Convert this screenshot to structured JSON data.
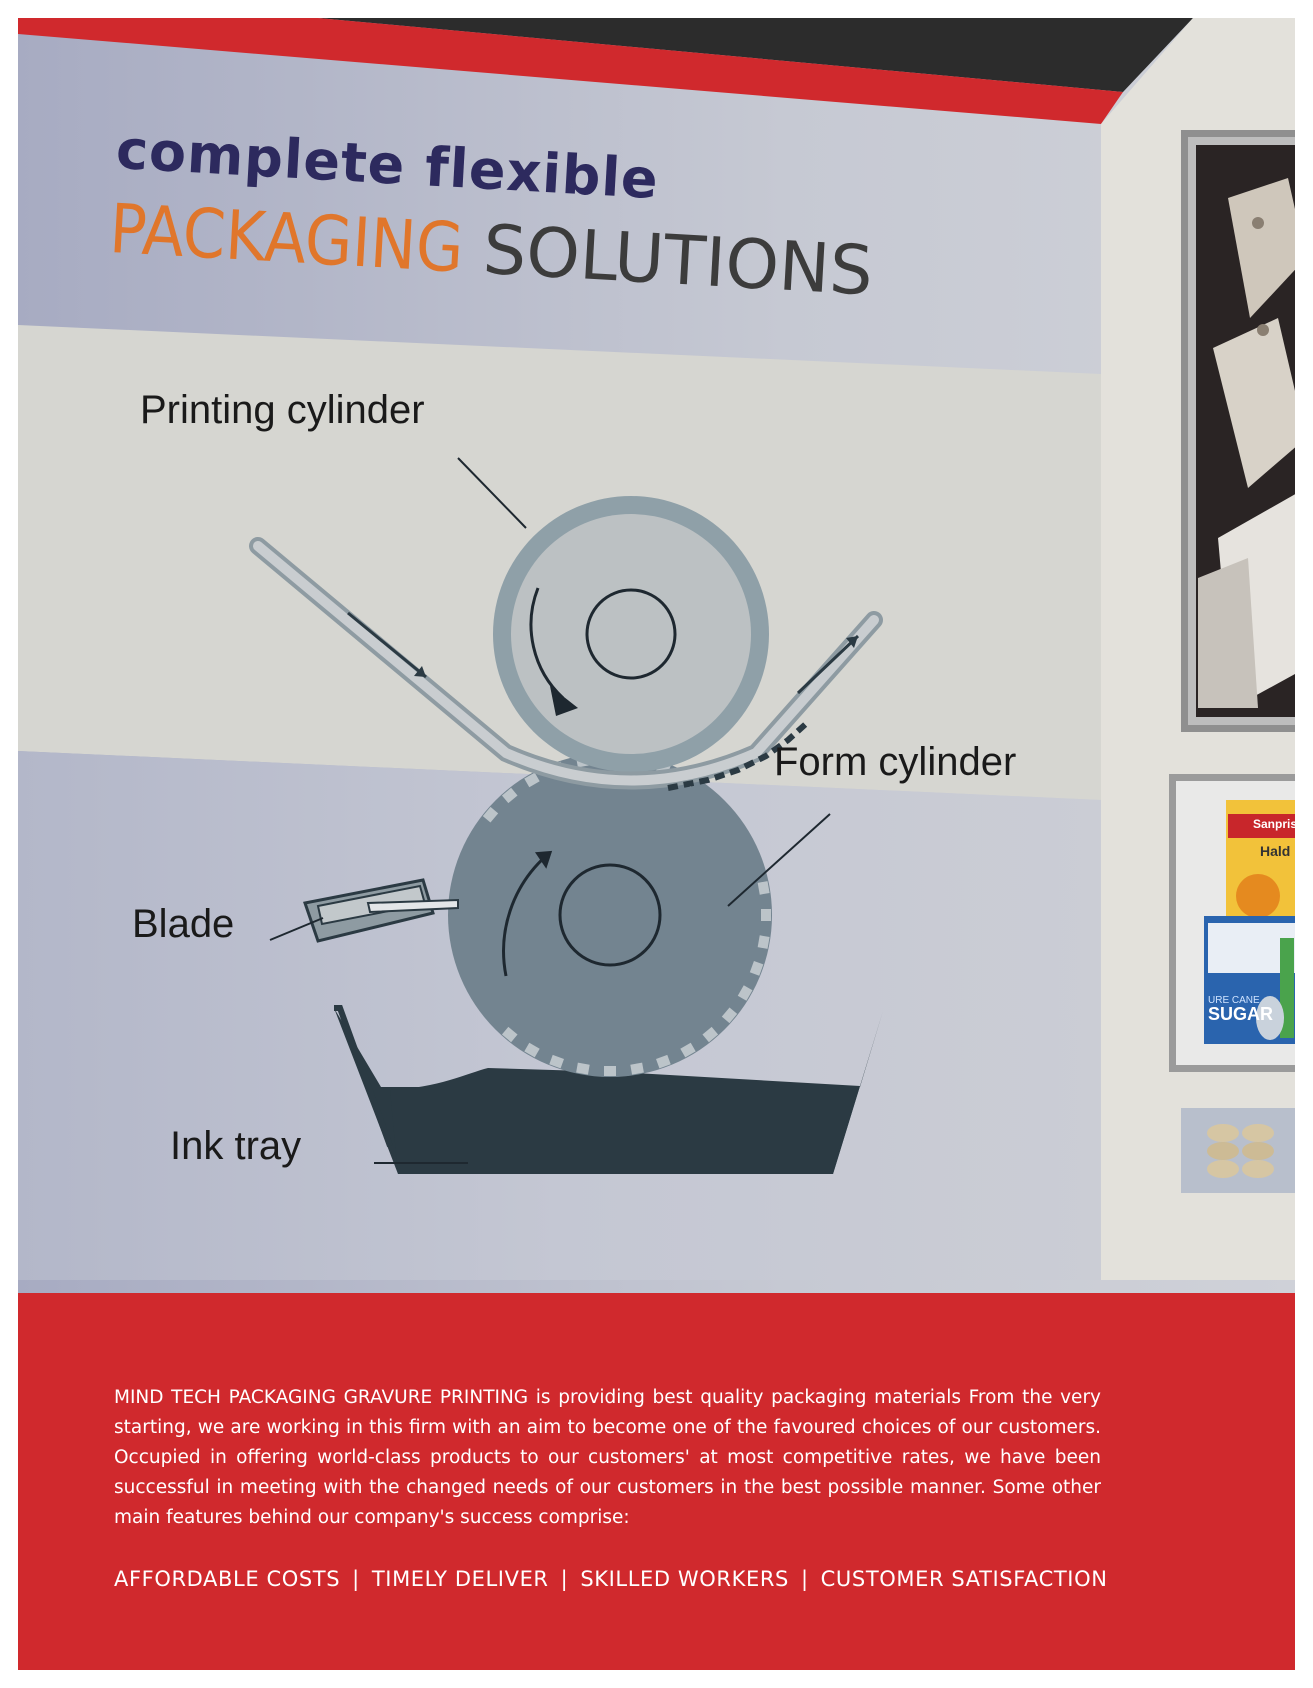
{
  "header": {
    "tagline_line1": "complete flexible",
    "tagline_word_orange": "PACKAGING",
    "tagline_word_dark": "SOLUTIONS"
  },
  "diagram": {
    "label_printing_cylinder": "Printing cylinder",
    "label_form_cylinder": "Form cylinder",
    "label_blade": "Blade",
    "label_ink_tray": "Ink tray"
  },
  "product_photos": {
    "pouch1_brand": "Sanpris",
    "pouch1_text": "Hald",
    "pouch2_text": "SUGAR",
    "pouch2_subtext": "URE CANE"
  },
  "footer": {
    "about": "MIND TECH PACKAGING GRAVURE PRINTING is providing best quality packaging materials From the very starting, we are working in this firm with an aim to become one of the favoured choices of our customers. Occupied in offering world-class products to our customers' at most competitive rates, we have been successful in meeting with the changed needs of our customers in the best possible manner. Some other main features behind our company's success comprise:",
    "features": [
      "AFFORDABLE COSTS",
      "TIMELY DELIVER",
      "SKILLED WORKERS",
      "CUSTOMER SATISFACTION"
    ],
    "separator": "|"
  },
  "colors": {
    "brand_red": "#d0292d",
    "orange": "#e0762b",
    "navy": "#2d2a5e",
    "dark_top": "#2c2c2c"
  }
}
